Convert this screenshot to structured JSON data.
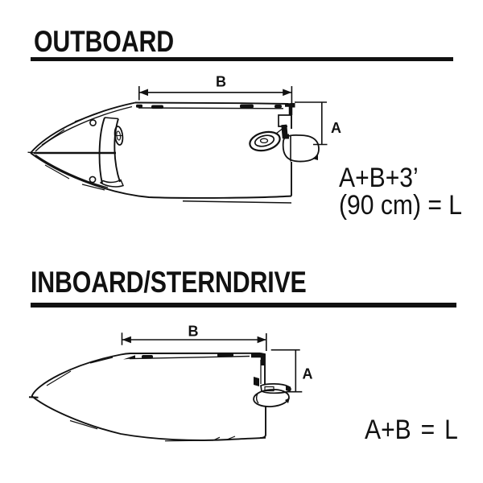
{
  "colors": {
    "ink": "#111111",
    "background": "#ffffff"
  },
  "sections": [
    {
      "heading": "OUTBOARD",
      "diagram": "outboard-boat-top-view",
      "dim_labels": {
        "b": "B",
        "a": "A"
      },
      "formula": {
        "line1": "A+B+3’",
        "line2": "(90 cm) = L"
      }
    },
    {
      "heading": "INBOARD/STERNDRIVE",
      "diagram": "inboard-sterndrive-boat-top-view",
      "dim_labels": {
        "b": "B",
        "a": "A"
      },
      "formula": {
        "line1": "A+B = L"
      }
    }
  ]
}
